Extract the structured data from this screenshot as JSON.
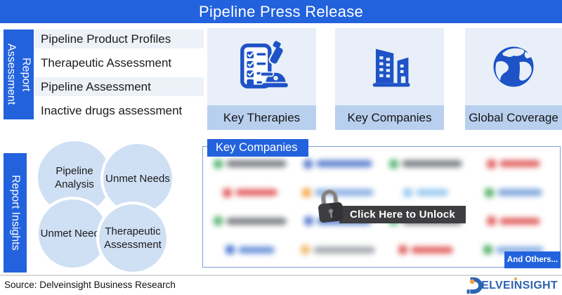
{
  "header": {
    "title": "Pipeline Press Release"
  },
  "report_assessment": {
    "label": "Report Assessment",
    "items": [
      {
        "label": "Pipeline Product Profiles"
      },
      {
        "label": "Therapeutic Assessment"
      },
      {
        "label": "Pipeline Assessment"
      },
      {
        "label": "Inactive drugs assessment"
      }
    ]
  },
  "feature_cards": [
    {
      "label": "Key Therapies",
      "icon": "checklist-microscope-icon"
    },
    {
      "label": "Key Companies",
      "icon": "buildings-icon"
    },
    {
      "label": "Global Coverage",
      "icon": "globe-icon"
    }
  ],
  "report_insights": {
    "label": "Report Insights",
    "circles": [
      {
        "label": "Pipeline Analysis"
      },
      {
        "label": "Unmet Needs"
      },
      {
        "label": "Unmet Needs"
      },
      {
        "label": "Therapeutic Assessment"
      }
    ]
  },
  "key_companies_panel": {
    "tab_label": "Key Companies",
    "unlock_button_label": "Click Here to Unlock",
    "lock_icon": "padlock-icon",
    "and_others_label": "And Others...",
    "blurred_logos": [
      {
        "accent": "#4CAF66",
        "bar": "#6B6F75",
        "w": 86
      },
      {
        "accent": "#4A72C9",
        "bar": "#4A72C9",
        "w": 80
      },
      {
        "accent": "#4CAF66",
        "bar": "#6B6F75",
        "w": 86
      },
      {
        "accent": "#E05252",
        "bar": "#E05252",
        "w": 58
      },
      {
        "accent": "#E05252",
        "bar": "#E05252",
        "w": 60
      },
      {
        "accent": "#F2A33C",
        "bar": "#7DA7E0",
        "w": 84
      },
      {
        "accent": "#8EC4EE",
        "bar": "#8EC4EE",
        "w": 46
      },
      {
        "accent": "#46A85C",
        "bar": "#6F9BD8",
        "w": 64
      },
      {
        "accent": "#4CAF66",
        "bar": "#6B6F75",
        "w": 86
      },
      {
        "accent": "#4A72C9",
        "bar": "#4A72C9",
        "w": 78
      },
      {
        "accent": "#4CAF66",
        "bar": "#6B6F75",
        "w": 86
      },
      {
        "accent": "#E05252",
        "bar": "#E05252",
        "w": 58
      },
      {
        "accent": "#3F6FD0",
        "bar": "#5B87D6",
        "w": 52
      },
      {
        "accent": "#F2B45C",
        "bar": "#9AA0A6",
        "w": 88
      },
      {
        "accent": "#E05252",
        "bar": "#E05252",
        "w": 60
      },
      {
        "accent": "#46A85C",
        "bar": "#7DA7E0",
        "w": 68
      }
    ]
  },
  "footer": {
    "source_text": "Source: Delveinsight Business Research",
    "logo": {
      "letter": "D",
      "text_1": "ELVE",
      "text_2": "INSIGHT"
    }
  },
  "colors": {
    "primary_blue": "#2262DD",
    "icon_blue": "#1D53C6",
    "card_bg": "#E9EFF8",
    "card_band": "#B9CFEE",
    "row_alt_bg": "#EDF1F8",
    "circle_fill": "#CFDFF4",
    "panel_border": "#7D9FD6",
    "unlock_bar_bg": "#3E3E40",
    "logo_blue": "#2D63B2",
    "logo_orange": "#F2A33C"
  }
}
